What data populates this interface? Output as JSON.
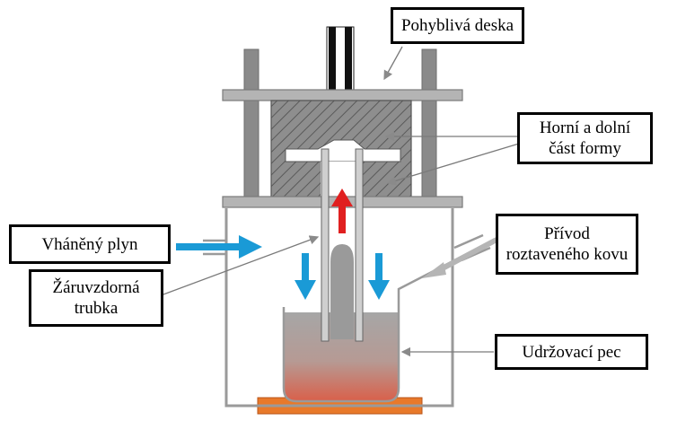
{
  "diagram": {
    "labels": {
      "moving_plate": "Pohyblivá deska",
      "mold": {
        "line1": "Horní a dolní",
        "line2": "část formy"
      },
      "gas": "Vháněný plyn",
      "metal_supply": {
        "line1": "Přívod",
        "line2": "roztaveného kovu"
      },
      "refractory_tube": {
        "line1": "Žáruvzdorná",
        "line2": "trubka"
      },
      "holding_furnace": "Udržovací pec"
    },
    "colors": {
      "frame_gray": "#9a9a9a",
      "plate_gray": "#b4b4b4",
      "mold_gray": "#8c8c8c",
      "arrow_blue": "#1a9ad6",
      "arrow_red": "#e02020",
      "furnace_base": "#e8792a",
      "metal_top": "#a6a6a6",
      "metal_bottom": "#d9604a"
    }
  }
}
